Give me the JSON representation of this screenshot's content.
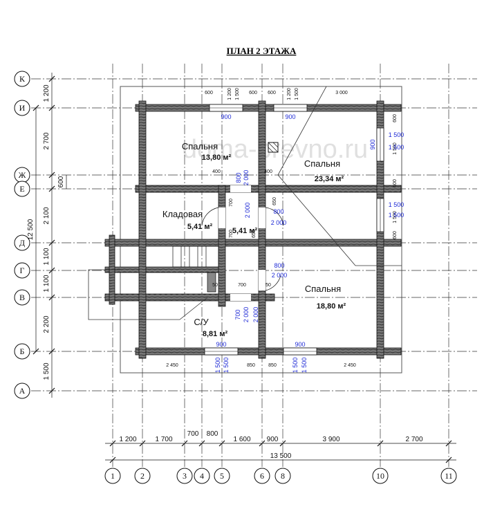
{
  "title": "ПЛАН 2 ЭТАЖА",
  "watermark": "doma-brevno.ru",
  "rows": [
    "К",
    "И",
    "Ж",
    "Е",
    "Д",
    "Г",
    "В",
    "Б",
    "А"
  ],
  "columns": [
    "1",
    "2",
    "3",
    "4",
    "5",
    "6",
    "8",
    "10",
    "11"
  ],
  "rooms": [
    {
      "name": "Спальня",
      "area": "13,80 м²"
    },
    {
      "name": "Спальня",
      "area": "23,34 м²"
    },
    {
      "name": "Кладовая",
      "area": "5,41 м²"
    },
    {
      "name": "",
      "area": "5,41 м²"
    },
    {
      "name": "Спальня",
      "area": "18,80 м²"
    },
    {
      "name": "С/У",
      "area": "8,81 м²"
    }
  ],
  "left_dims": [
    "1 200",
    "2 700",
    "600",
    "2 100",
    "12 500",
    "1 100",
    "1 100",
    "2 200",
    "1 500"
  ],
  "bottom_dims": [
    "1 200",
    "1 700",
    "700",
    "800",
    "1 600",
    "900",
    "3 900",
    "2 700"
  ],
  "bottom_total": "13 500",
  "top_small_dims": [
    "600",
    "1 200",
    "1 500",
    "600",
    "1 200",
    "1 500",
    "600",
    "3 000"
  ],
  "inner_dims": [
    "400",
    "400",
    "700",
    "700",
    "650",
    "650",
    "700",
    "850",
    "850",
    "2 450",
    "2 450",
    "1 500",
    "1 500",
    "600",
    "600",
    "600",
    "50",
    "50"
  ],
  "openings": [
    "900",
    "900",
    "900",
    "900",
    "900",
    "1 500",
    "1 500",
    "1 500",
    "1 500",
    "800",
    "2 000",
    "800",
    "2 000",
    "800",
    "2 000",
    "700",
    "2 000",
    "1 500",
    "1 500",
    "1 500",
    "1 500",
    "2 000",
    "2 000"
  ]
}
